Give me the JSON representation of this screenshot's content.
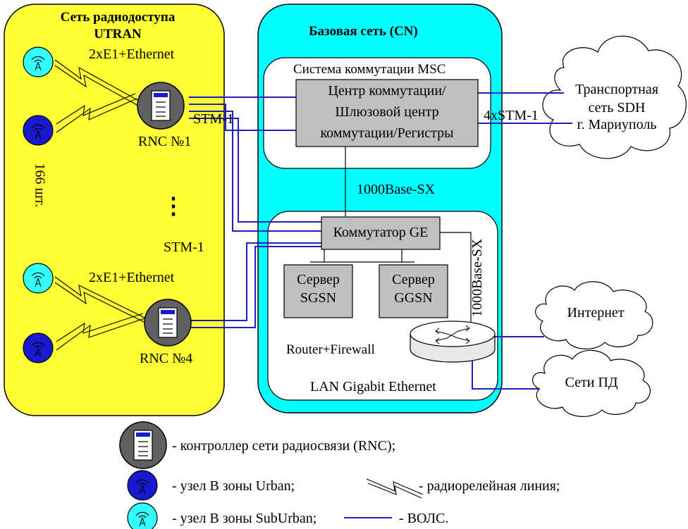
{
  "ran": {
    "title_line1": "Сеть радиодоступа",
    "title_line2": "UTRAN",
    "link_top": "2xE1+Ethernet",
    "link_bottom": "2xE1+Ethernet",
    "rnc1_label": "RNC №1",
    "rnc4_label": "RNC №4",
    "count": "166 шт.",
    "stm_top": "STM-1",
    "stm_mid": "STM-1",
    "ellipsis": "⋮"
  },
  "core": {
    "title": "Базовая сеть (CN)",
    "msc_title": "Система коммутации MSC",
    "msc_box_line1": "Центр коммутации/",
    "msc_box_line2": "Шлюзовой центр",
    "msc_box_line3": "коммутации/Регистры",
    "uplink": "1000Base-SX",
    "switch": "Коммутатор GE",
    "sgsn_line1": "Сервер",
    "sgsn_line2": "SGSN",
    "ggsn_line1": "Сервер",
    "ggsn_line2": "GGSN",
    "vertical_link": "1000Base-SX",
    "router": "Router+Firewall",
    "lan": "LAN Gigabit Ethernet"
  },
  "external": {
    "transport_line1": "Транспортная",
    "transport_line2": "сеть SDH",
    "transport_line3": "г. Мариуполь",
    "transport_link": "4xSTM-1",
    "internet": "Интернет",
    "data_nets": "Сети ПД"
  },
  "legend": {
    "rnc": "- контроллер сети радиосвязи  (RNC);",
    "urban": "- узел В зоны Urban;",
    "radio_relay": "- радиорелейная линия;",
    "suburban": "- узел В зоны SubUrban;",
    "fiber": "- ВОЛС."
  },
  "colors": {
    "ran_fill": "#ffff33",
    "core_fill": "#00ffff",
    "box_fill": "#c0c0c0",
    "fiber": "#1f1fbf",
    "urban_node": "#1a1acd",
    "suburban_node": "#33ffff",
    "rnc_body": "#606060"
  }
}
